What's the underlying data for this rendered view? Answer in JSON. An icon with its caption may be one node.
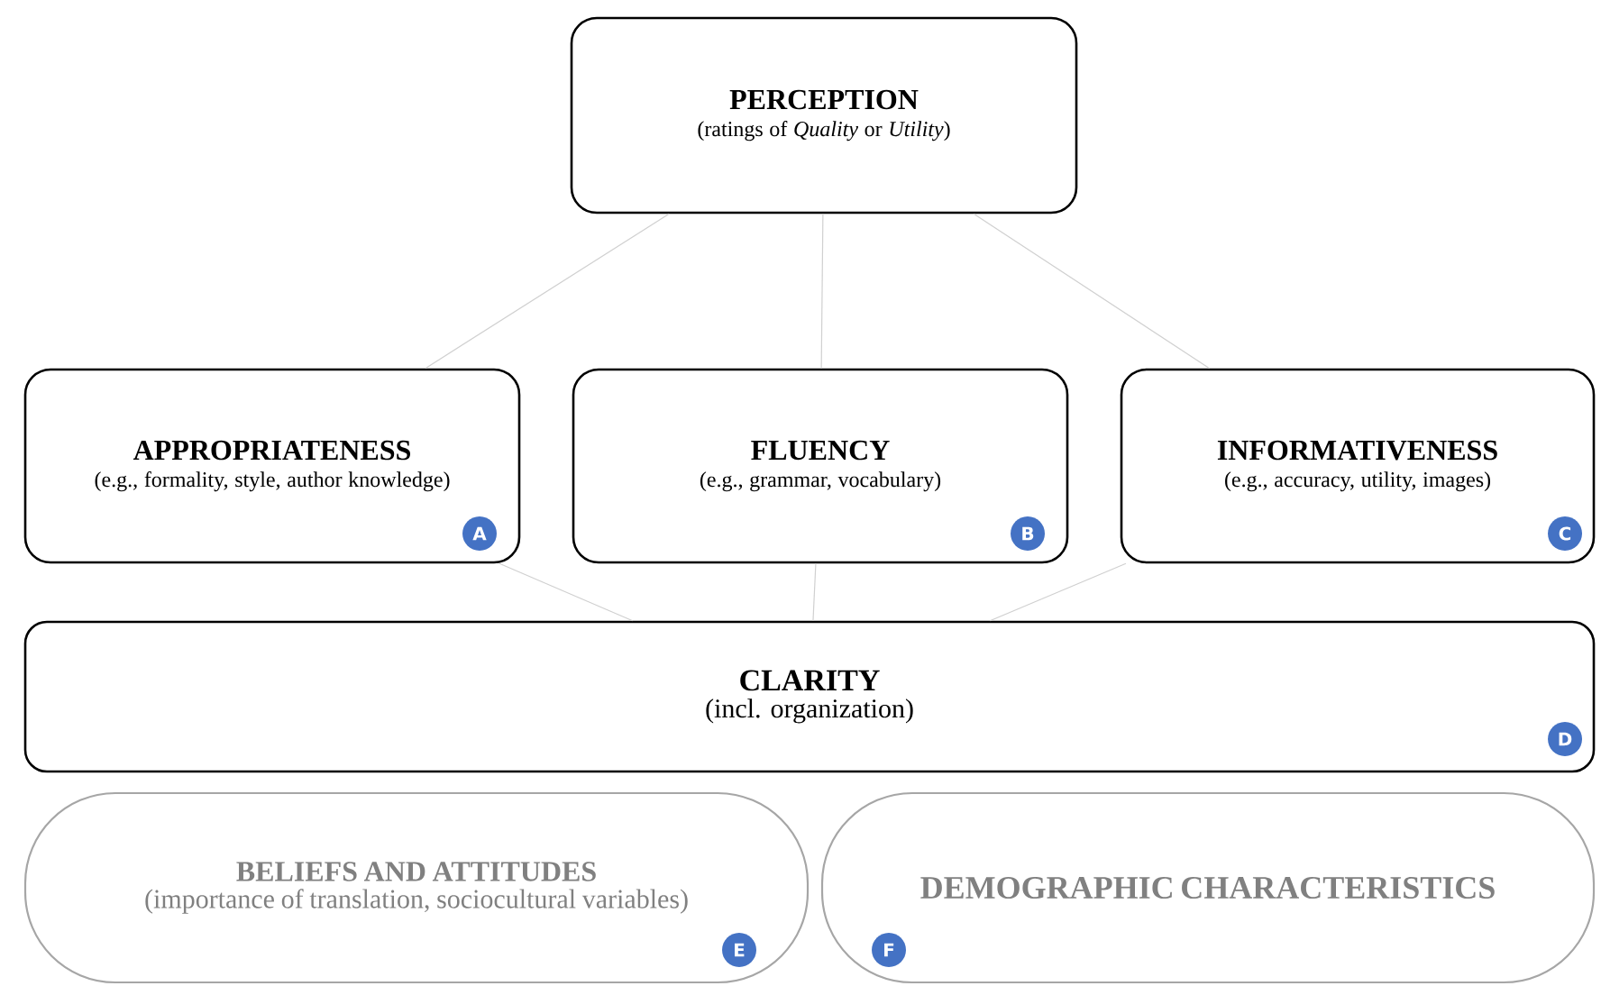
{
  "diagram": {
    "nodes": [
      {
        "text": [
          "PERCEPTION",
          "(ratings of *Quality* or *Utility*)"
        ]
      },
      {
        "text": [
          "APPROPRIATENESS",
          "(e.g., formality, style, author knowledge)"
        ]
      },
      {
        "text": [
          "FLUENCY",
          "(e.g., grammar, vocabulary)"
        ]
      },
      {
        "text": [
          "INFORMATIVENESS",
          "(e.g., accuracy, utility, images)"
        ]
      },
      {
        "text": [
          "CLARITY",
          "(incl. organization)"
        ]
      },
      {
        "text": [
          "BELIEFS AND ATTITUDES",
          "(importance of translation, sociocultural variables)"
        ]
      },
      {
        "text": [
          "DEMOGRAPHIC CHARACTERISTICS"
        ]
      }
    ],
    "edges": [
      {
        "from": 0,
        "to": 1,
        "arrow": "none"
      },
      {
        "from": 0,
        "to": 2,
        "arrow": "none"
      },
      {
        "from": 0,
        "to": 3,
        "arrow": "none"
      },
      {
        "from": 1,
        "to": 4,
        "arrow": "none"
      },
      {
        "from": 2,
        "to": 4,
        "arrow": "none"
      },
      {
        "from": 3,
        "to": 4,
        "arrow": "none"
      }
    ],
    "labels": [
      "A",
      "B",
      "C",
      "D",
      "E",
      "F"
    ]
  }
}
